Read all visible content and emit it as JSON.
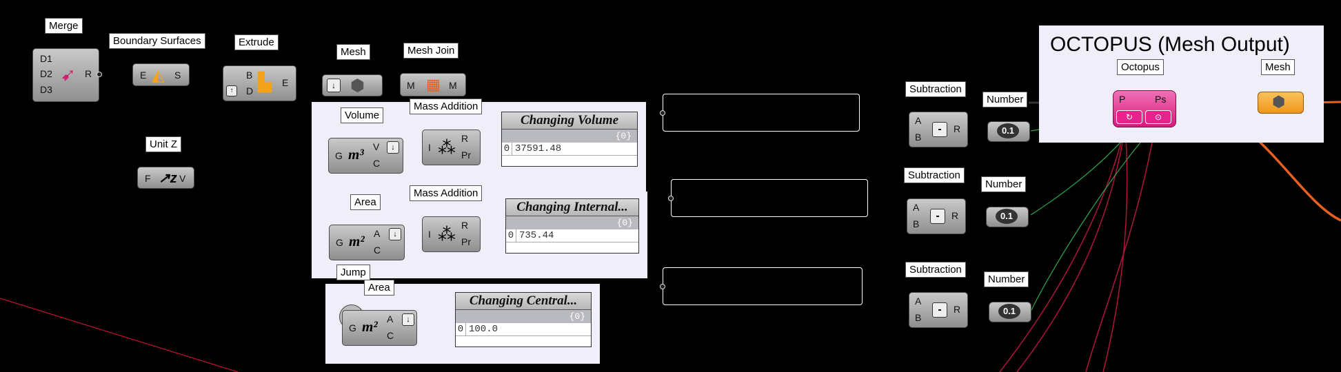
{
  "canvas": {
    "background": "#000000"
  },
  "colors": {
    "wire_red": "#e86020",
    "wire_crimson": "#b0143c",
    "wire_green": "#2ea84a",
    "octopus_pink": "#e6238c",
    "mesh_orange": "#f5a21b",
    "group_fill": "#f0eef8"
  },
  "components": {
    "merge": {
      "label": "Merge",
      "inputs": [
        "D1",
        "D2",
        "D3"
      ],
      "output": "R",
      "icon": "merge-arrows-icon"
    },
    "boundary": {
      "label": "Boundary Surfaces",
      "input": "E",
      "output": "S",
      "icon": "boundary-surface-icon"
    },
    "extrude": {
      "label": "Extrude",
      "inputs": [
        "B",
        "D"
      ],
      "output": "E",
      "icon": "extrude-icon"
    },
    "mesh": {
      "label": "Mesh",
      "icon": "mesh-icon"
    },
    "meshjoin": {
      "label": "Mesh Join",
      "input": "M",
      "output": "M",
      "icon": "mesh-join-icon"
    },
    "unitz": {
      "label": "Unit Z",
      "input": "F",
      "output": "V",
      "icon": "unit-z-icon"
    },
    "volume": {
      "label": "Volume",
      "input": "G",
      "unit": "m³",
      "outputs": [
        "V",
        "C"
      ],
      "icon": "volume-icon"
    },
    "massadd1": {
      "label": "Mass Addition",
      "input": "I",
      "outputs": [
        "R",
        "Pr"
      ],
      "icon": "mass-addition-icon"
    },
    "area1": {
      "label": "Area",
      "input": "G",
      "unit": "m²",
      "outputs": [
        "A",
        "C"
      ],
      "icon": "area-icon"
    },
    "massadd2": {
      "label": "Mass Addition",
      "input": "I",
      "outputs": [
        "R",
        "Pr"
      ],
      "icon": "mass-addition-icon"
    },
    "jump": {
      "label": "Jump"
    },
    "area2": {
      "label": "Area",
      "input": "G",
      "unit": "m²",
      "outputs": [
        "A",
        "C"
      ],
      "icon": "area-icon"
    },
    "subtractions": [
      {
        "label": "Subtraction",
        "inputs": [
          "A",
          "B"
        ],
        "output": "R",
        "symbol": "-"
      },
      {
        "label": "Subtraction",
        "inputs": [
          "A",
          "B"
        ],
        "output": "R",
        "symbol": "-"
      },
      {
        "label": "Subtraction",
        "inputs": [
          "A",
          "B"
        ],
        "output": "R",
        "symbol": "-"
      }
    ],
    "numbers": [
      {
        "label": "Number",
        "icon_text": "0.1"
      },
      {
        "label": "Number",
        "icon_text": "0.1"
      },
      {
        "label": "Number",
        "icon_text": "0.1"
      }
    ],
    "octopus": {
      "label": "Octopus",
      "inputs": [
        "P"
      ],
      "outputs": [
        "Ps"
      ]
    },
    "mesh_out": {
      "label": "Mesh",
      "icon": "mesh-icon"
    }
  },
  "panels": [
    {
      "title": "Changing Volume",
      "branch": "{0}",
      "index": "0",
      "value": "37591.48"
    },
    {
      "title": "Changing Internal...",
      "branch": "{0}",
      "index": "0",
      "value": "735.44"
    },
    {
      "title": "Changing Central...",
      "branch": "{0}",
      "index": "0",
      "value": "100.0"
    }
  ],
  "groups": {
    "octopus_title": "OCTOPUS (Mesh Output)"
  }
}
